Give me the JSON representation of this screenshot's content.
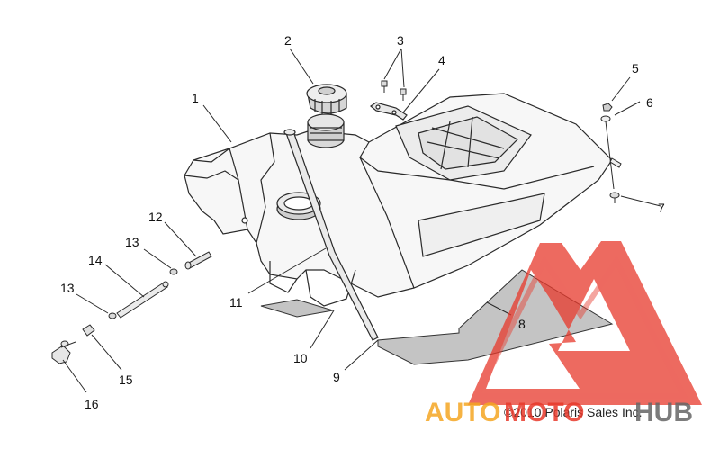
{
  "callouts": [
    "1",
    "2",
    "3",
    "4",
    "5",
    "6",
    "7",
    "8",
    "9",
    "10",
    "11",
    "12",
    "13",
    "13",
    "14",
    "15",
    "16"
  ],
  "copyright": "©2010 Polaris Sales Inc.",
  "watermark": {
    "auto": "AUTO",
    "moto": "MOTO",
    "hub": "HUB"
  },
  "colors": {
    "line": "#2a2a2a",
    "pad": "#bdbdbd",
    "logo_red": "#e8392b",
    "auto_yellow": "#f5a623",
    "moto_red": "#e8392b",
    "hub_grey": "#666666"
  }
}
